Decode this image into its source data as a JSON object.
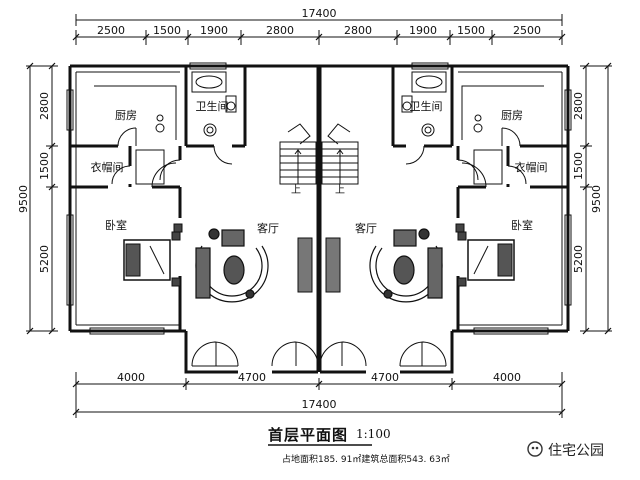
{
  "plan": {
    "title": "首层平面图",
    "scale": "1:100",
    "area_note": "占地面积185. 91㎡建筑总面积543. 63㎡",
    "watermark": "住宅公园",
    "dimensions": {
      "top_total": "17400",
      "top_segments": [
        "2500",
        "1500",
        "1900",
        "2800",
        "2800",
        "1900",
        "1500",
        "2500"
      ],
      "bottom_total": "17400",
      "bottom_segments": [
        "4000",
        "4700",
        "4700",
        "4000"
      ],
      "left_total": "9500",
      "left_segments": [
        "2800",
        "1500",
        "5200"
      ],
      "right_total": "9500",
      "right_segments": [
        "2800",
        "1500",
        "5200"
      ]
    },
    "rooms": {
      "left_kitchen": "厨房",
      "left_bath": "卫生间",
      "left_closet": "衣帽间",
      "left_bedroom": "卧室",
      "left_living": "客厅",
      "right_kitchen": "厨房",
      "right_bath": "卫生间",
      "right_closet": "衣帽间",
      "right_bedroom": "卧室",
      "right_living": "客厅",
      "stair_up_left": "上",
      "stair_up_right": "上"
    }
  }
}
